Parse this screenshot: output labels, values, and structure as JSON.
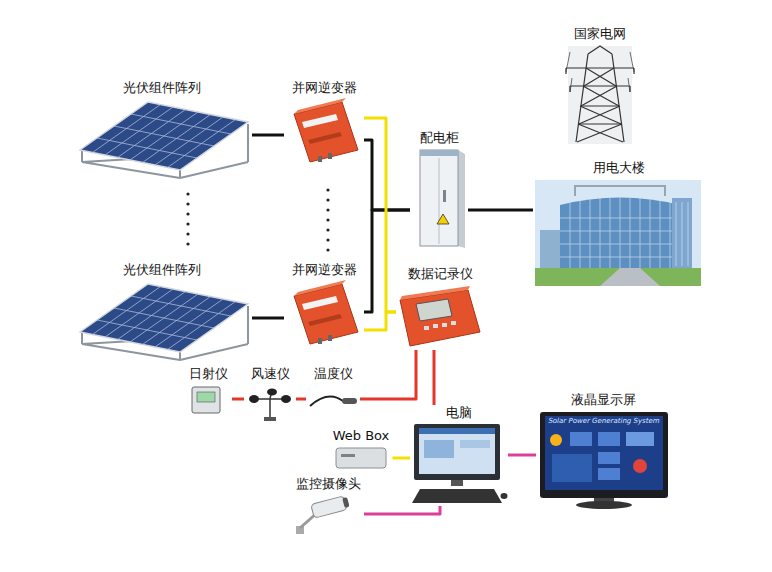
{
  "diagram": {
    "nodes": [
      {
        "text": [
          "光伏组件阵列"
        ]
      },
      {
        "text": [
          "并网逆变器"
        ]
      },
      {
        "text": [
          "国家电网"
        ]
      },
      {
        "text": [
          "配电柜"
        ]
      },
      {
        "text": [
          "用电大楼"
        ]
      },
      {
        "text": [
          "光伏组件阵列"
        ]
      },
      {
        "text": [
          "并网逆变器"
        ]
      },
      {
        "text": [
          "数据记录仪"
        ]
      },
      {
        "text": [
          "日射仪"
        ]
      },
      {
        "text": [
          "风速仪"
        ]
      },
      {
        "text": [
          "温度仪"
        ]
      },
      {
        "text": [
          "电脑"
        ]
      },
      {
        "text": [
          "Web Box"
        ]
      },
      {
        "text": [
          "液晶显示屏"
        ]
      },
      {
        "text": [
          "监控摄像头"
        ]
      }
    ],
    "edges": [
      {
        "from": 0,
        "to": 1,
        "arrow": "none"
      },
      {
        "from": 5,
        "to": 6,
        "arrow": "none"
      },
      {
        "from": 1,
        "to": 3,
        "arrow": "none"
      },
      {
        "from": 6,
        "to": 3,
        "arrow": "none"
      },
      {
        "from": 3,
        "to": 4,
        "arrow": "none"
      },
      {
        "from": 1,
        "to": 7,
        "arrow": "none"
      },
      {
        "from": 6,
        "to": 7,
        "arrow": "none"
      },
      {
        "from": 8,
        "to": 9,
        "arrow": "none"
      },
      {
        "from": 9,
        "to": 10,
        "arrow": "none"
      },
      {
        "from": 10,
        "to": 7,
        "arrow": "none"
      },
      {
        "from": 7,
        "to": 11,
        "arrow": "none"
      },
      {
        "from": 12,
        "to": 11,
        "arrow": "none"
      },
      {
        "from": 11,
        "to": 13,
        "arrow": "none"
      },
      {
        "from": 14,
        "to": 11,
        "arrow": "none"
      }
    ],
    "labels": [
      "Solar Power Generating System"
    ]
  }
}
